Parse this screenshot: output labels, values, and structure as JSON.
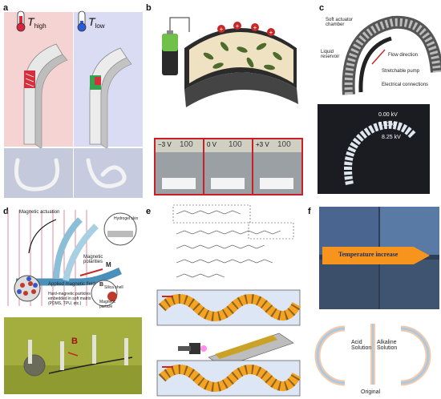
{
  "panel_a": {
    "label": "a",
    "t_high_main": "T",
    "t_high_sub": "high",
    "t_low_main": "T",
    "t_low_sub": "low"
  },
  "panel_b": {
    "label": "b",
    "voltages": [
      {
        "v": "−3 V",
        "ruler": "100"
      },
      {
        "v": "0 V",
        "ruler": "100"
      },
      {
        "v": "+3 V",
        "ruler": "100"
      }
    ]
  },
  "panel_c": {
    "label": "c",
    "annotations": {
      "soft_actuator": "Soft actuator chamber",
      "liquid_reservoir": "Liquid reservoir",
      "flow_direction": "Flow direction",
      "stretchable_pump": "Stretchable pump",
      "electrical": "Electrical connections"
    },
    "kv_labels": [
      "0.00 kV",
      "7.50 kV",
      "8.25 kV"
    ]
  },
  "panel_d": {
    "label": "d",
    "magnetic_actuation": "Magnetic actuation",
    "hydrogel_skin": "Hydrogel skin",
    "magnetic_polarities": "Magnetic polarities",
    "m_symbol": "M",
    "applied_field": "Applied magnetic field",
    "b_symbol": "B",
    "hard_magnetic": "Hard-magnetic particles embedded in soft matrix (PDMS, TPU, etc.)",
    "silica_shell": "Silica shell",
    "magnetic_particle": "Magnetic particle",
    "photo_b": "B"
  },
  "panel_e": {
    "label": "e"
  },
  "panel_f": {
    "label": "f",
    "temperature_increase": "Temperature increase",
    "acid": "Acid Solution",
    "alkaline": "Alkaline Solution",
    "original": "Original"
  }
}
